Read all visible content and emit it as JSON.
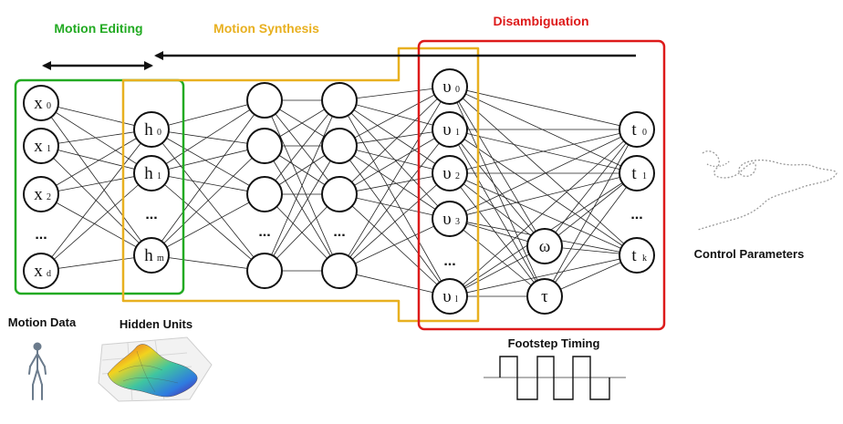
{
  "sections": {
    "motion_editing": {
      "label": "Motion Editing",
      "color": "#22aa22"
    },
    "motion_synthesis": {
      "label": "Motion Synthesis",
      "color": "#e8b020"
    },
    "disambiguation": {
      "label": "Disambiguation",
      "color": "#dd1a1a"
    }
  },
  "captions": {
    "control_parameters": "Control Parameters",
    "motion_data": "Motion Data",
    "hidden_units": "Hidden Units",
    "footstep_timing": "Footstep Timing"
  },
  "layers": {
    "input": [
      {
        "main": "x",
        "sub": "0"
      },
      {
        "main": "x",
        "sub": "1"
      },
      {
        "main": "x",
        "sub": "2"
      },
      {
        "main": "...",
        "sub": ""
      },
      {
        "main": "x",
        "sub": "d"
      }
    ],
    "hidden": [
      {
        "main": "h",
        "sub": "0"
      },
      {
        "main": "h",
        "sub": "1"
      },
      {
        "main": "...",
        "sub": ""
      },
      {
        "main": "h",
        "sub": "m"
      }
    ],
    "deep1": [
      {
        "main": "",
        "sub": ""
      },
      {
        "main": "",
        "sub": ""
      },
      {
        "main": "",
        "sub": ""
      },
      {
        "main": "...",
        "sub": ""
      },
      {
        "main": "",
        "sub": ""
      }
    ],
    "deep2": [
      {
        "main": "",
        "sub": ""
      },
      {
        "main": "",
        "sub": ""
      },
      {
        "main": "",
        "sub": ""
      },
      {
        "main": "...",
        "sub": ""
      },
      {
        "main": "",
        "sub": ""
      }
    ],
    "upsilon": [
      {
        "main": "υ",
        "sub": "0"
      },
      {
        "main": "υ",
        "sub": "1"
      },
      {
        "main": "υ",
        "sub": "2"
      },
      {
        "main": "υ",
        "sub": "3"
      },
      {
        "main": "...",
        "sub": ""
      },
      {
        "main": "υ",
        "sub": "l"
      }
    ],
    "params": [
      {
        "main": "ω",
        "sub": ""
      },
      {
        "main": "τ",
        "sub": ""
      }
    ],
    "timing": [
      {
        "main": "t",
        "sub": "0"
      },
      {
        "main": "t",
        "sub": "1"
      },
      {
        "main": "...",
        "sub": ""
      },
      {
        "main": "t",
        "sub": "k"
      }
    ]
  },
  "icons": {
    "skeleton": "human-skeleton-icon",
    "surface": "hidden-units-surface-plot-icon",
    "square_wave": "footstep-square-wave-icon",
    "trajectory": "dotted-trajectory-curve-icon",
    "double_arrow": "double-headed-arrow-icon",
    "left_arrow": "left-arrow-icon"
  }
}
